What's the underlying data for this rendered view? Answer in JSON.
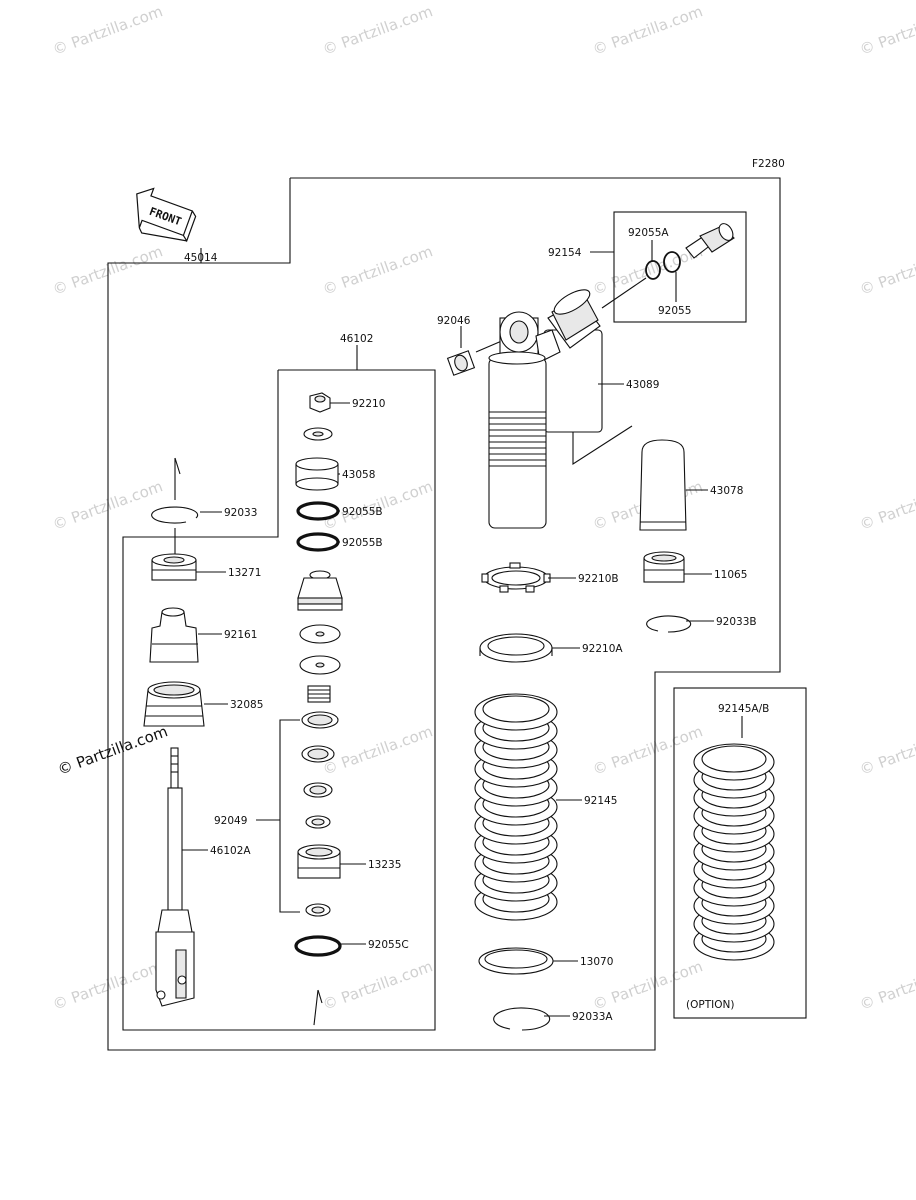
{
  "figure_code": "F2280",
  "front_label": "FRONT",
  "watermark": "© Partzilla.com",
  "option_label": "(OPTION)",
  "labels": {
    "l45014": "45014",
    "l46102": "46102",
    "l92210": "92210",
    "l43058": "43058",
    "l92055B_1": "92055B",
    "l92055B_2": "92055B",
    "l92033": "92033",
    "l13271": "13271",
    "l92161": "92161",
    "l32085": "32085",
    "l92049": "92049",
    "l46102A": "46102A",
    "l13235": "13235",
    "l92055C": "92055C",
    "l92154": "92154",
    "l92055A": "92055A",
    "l92055": "92055",
    "l92046": "92046",
    "l43089": "43089",
    "l43078": "43078",
    "l92210B": "92210B",
    "l11065": "11065",
    "l92033B": "92033B",
    "l92210A": "92210A",
    "l92145": "92145",
    "l13070": "13070",
    "l92033A": "92033A",
    "l92145AB": "92145A/B"
  }
}
